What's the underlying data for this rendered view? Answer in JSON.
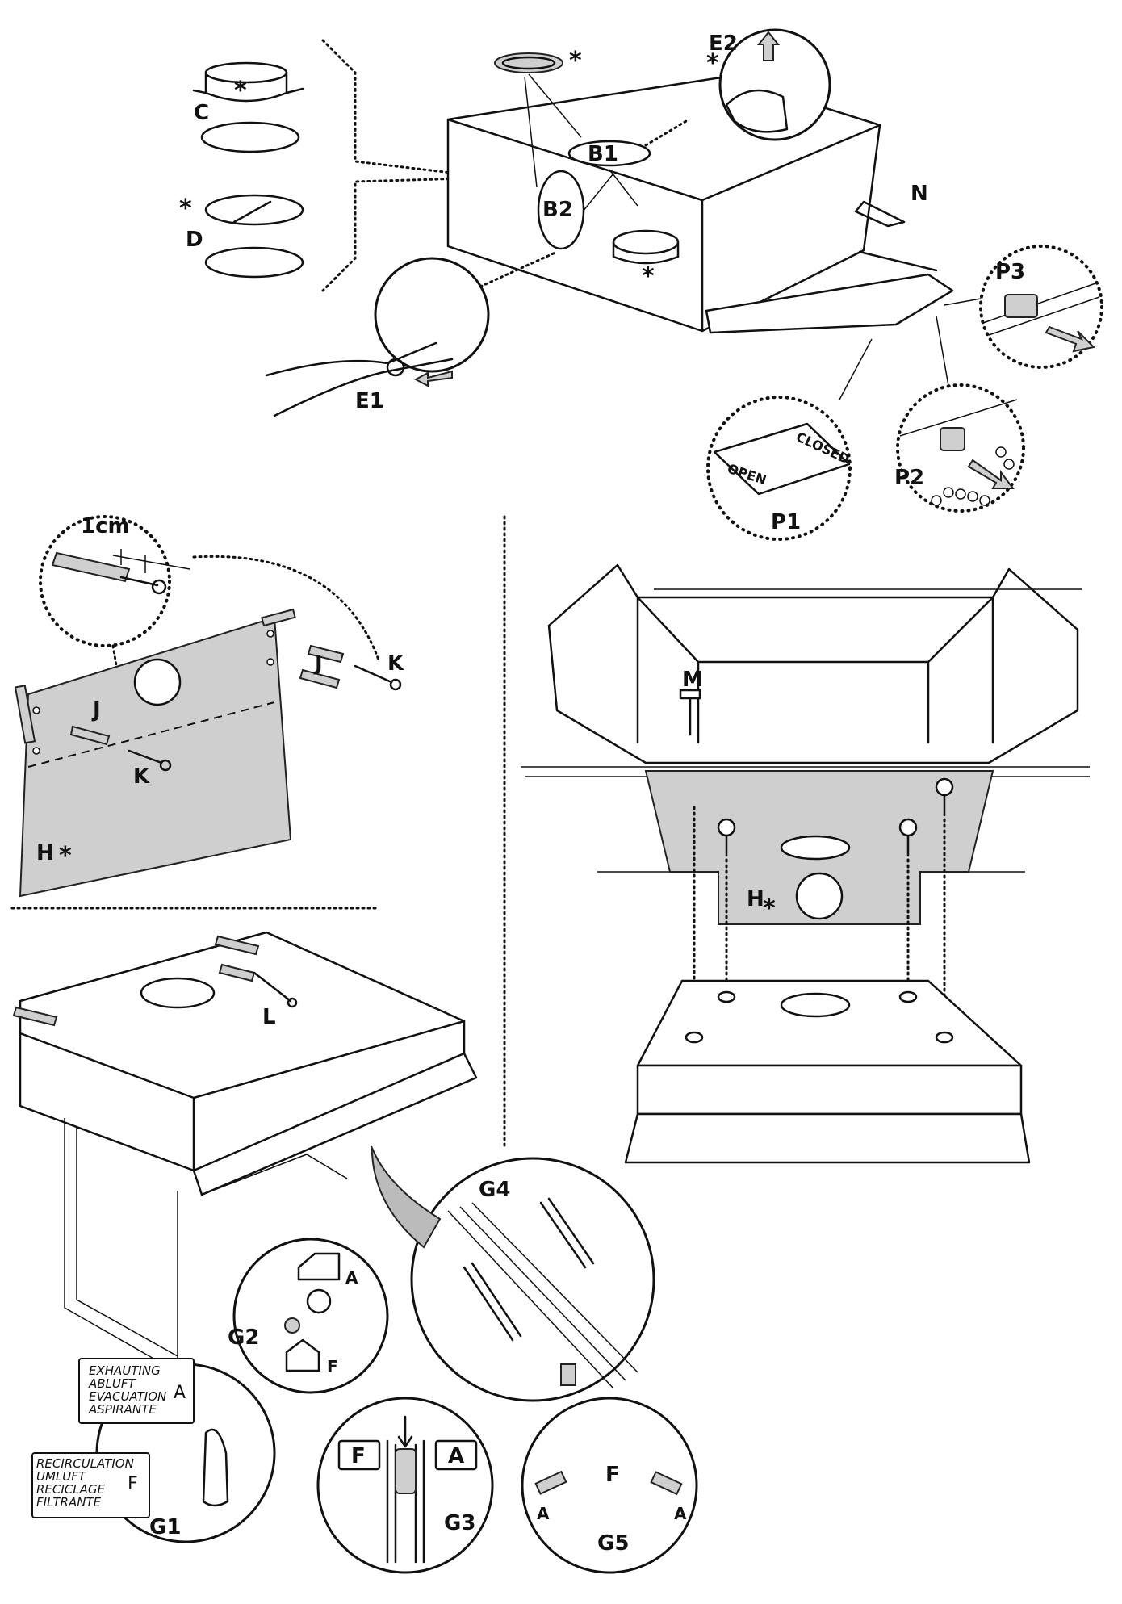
{
  "labels": {
    "C": "C",
    "D": "D",
    "B1": "B1",
    "B2": "B2",
    "E1": "E1",
    "E2": "E2",
    "N": "N",
    "P1": "P1",
    "P2": "P2",
    "P3": "P3",
    "one_cm": "1cm",
    "J": "J",
    "K": "K",
    "H": "H",
    "star": "*",
    "M": "M",
    "L": "L",
    "G1": "G1",
    "G2": "G2",
    "G3": "G3",
    "G4": "G4",
    "G5": "G5",
    "A": "A",
    "F": "F"
  },
  "flap": {
    "open": "OPEN",
    "closed": "CLOSED"
  },
  "g1_panel_top": [
    "EXHAUTING",
    "ABLUFT",
    "EVACUATION",
    "ASPIRANTE"
  ],
  "g1_panel_bottom": [
    "RECIRCULATION",
    "UMLUFT",
    "RECICLAGE",
    "FILTRANTE"
  ]
}
